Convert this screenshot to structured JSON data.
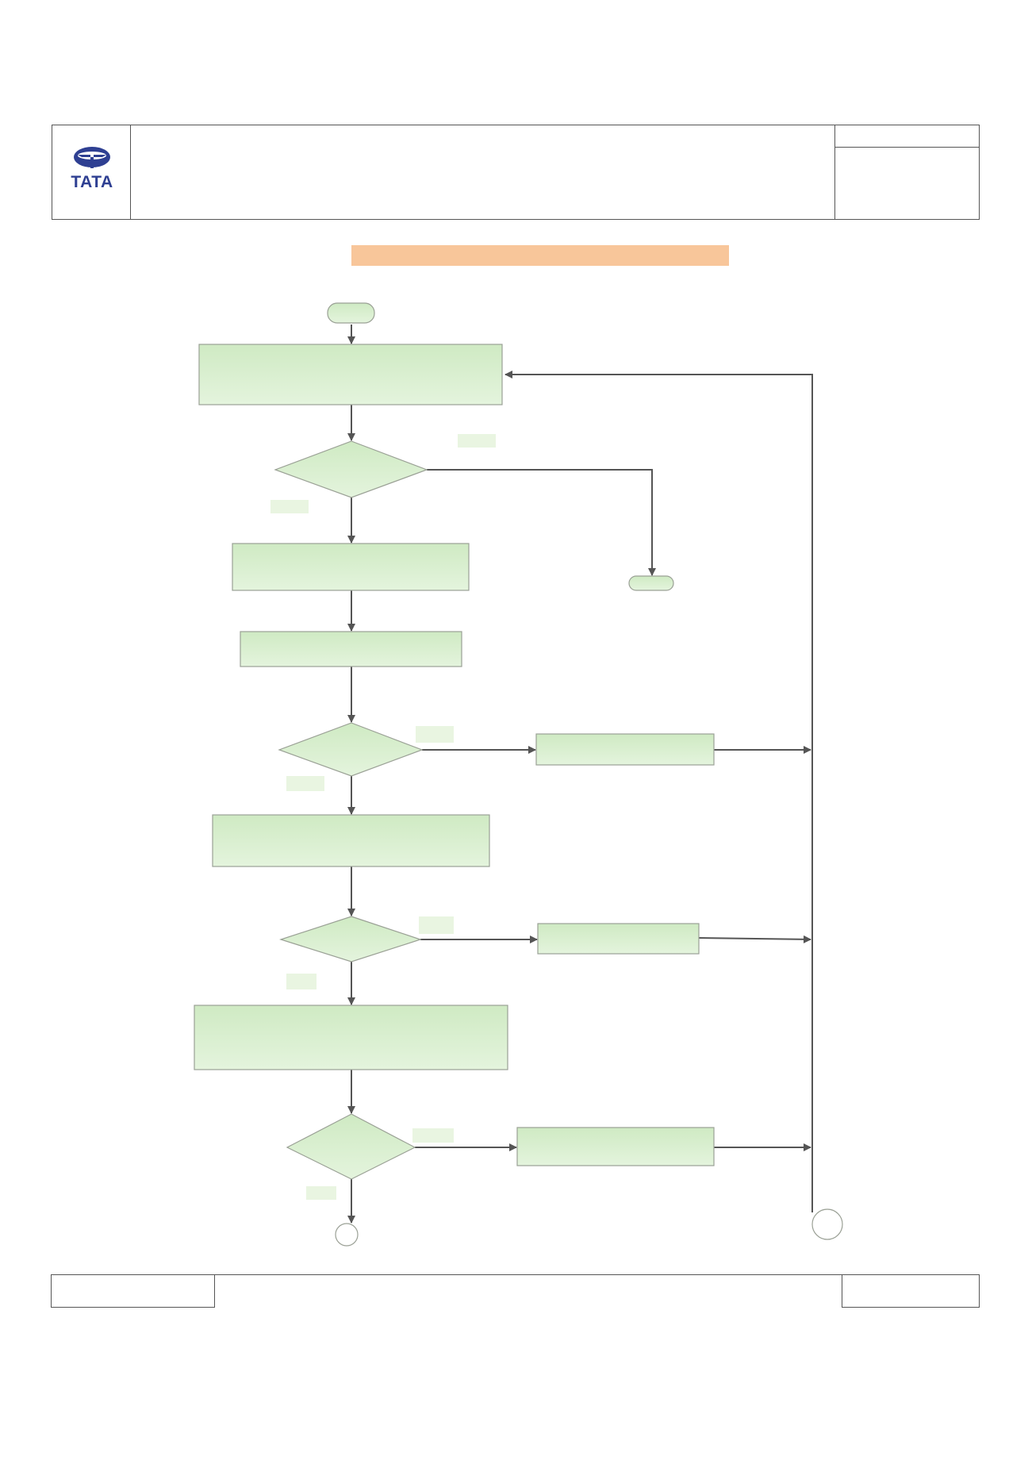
{
  "header": {
    "logo_text": "TATA",
    "brand_color": "#2e3f92"
  },
  "colors": {
    "banner": "#f8c69a",
    "process_fill": "#d4edc9",
    "process_fill_light": "#e3f3dc",
    "decision_fill": "#d4edc9",
    "label_chip": "#e9f5e1",
    "connector_stroke": "#555555",
    "shape_stroke": "#9aa095"
  },
  "flowchart": {
    "start_terminator": "start-terminator",
    "processes": [
      "process-1",
      "process-2",
      "process-3",
      "process-4",
      "process-5"
    ],
    "decisions": [
      "decision-1",
      "decision-2",
      "decision-3",
      "decision-4"
    ],
    "side_processes": [
      "side-process-1",
      "side-process-2",
      "side-process-3"
    ],
    "end_terminator": "end-terminator",
    "offpage_connectors": [
      "connector-bottom",
      "connector-right"
    ]
  }
}
